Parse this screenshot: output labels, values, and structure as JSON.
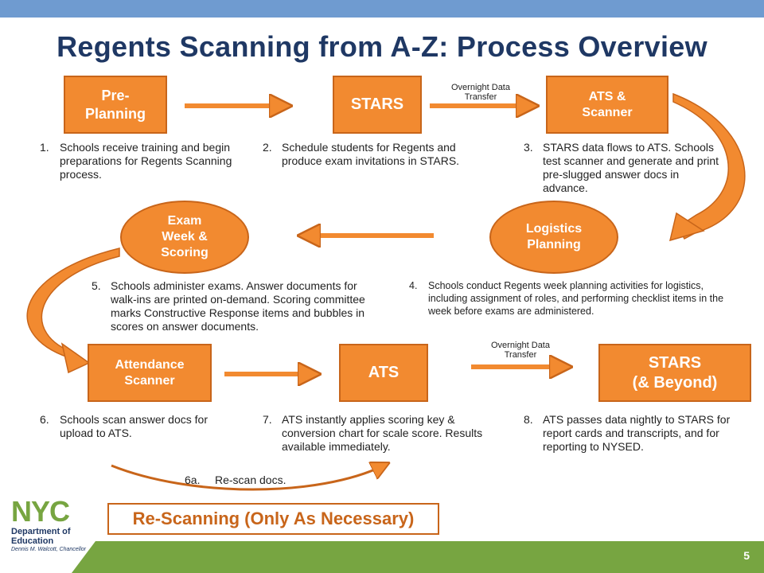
{
  "title": "Regents Scanning from A-Z: Process Overview",
  "nodes": {
    "pre_planning": "Pre-\nPlanning",
    "stars": "STARS",
    "ats_scanner": "ATS &\nScanner",
    "exam_week": "Exam\nWeek &\nScoring",
    "logistics": "Logistics\nPlanning",
    "attendance_scanner": "Attendance\nScanner",
    "ats": "ATS",
    "stars_beyond": "STARS\n(& Beyond)"
  },
  "transfer_labels": {
    "top": "Overnight Data\nTransfer",
    "bottom": "Overnight Data\nTransfer"
  },
  "steps": {
    "s1": {
      "num": "1.",
      "text": "Schools receive training and begin preparations for Regents Scanning process."
    },
    "s2": {
      "num": "2.",
      "text": "Schedule students for Regents and produce exam invitations in STARS."
    },
    "s3": {
      "num": "3.",
      "text": "STARS data flows to ATS. Schools test scanner and generate and print pre-slugged answer docs in advance."
    },
    "s4": {
      "num": "4.",
      "text": "Schools conduct Regents week planning activities for logistics, including assignment of roles, and performing checklist items in the week before exams are administered."
    },
    "s5": {
      "num": "5.",
      "text": "Schools administer exams. Answer documents for walk-ins are printed on-demand. Scoring committee marks Constructive Response items and bubbles in scores on answer documents."
    },
    "s6": {
      "num": "6.",
      "text": "Schools scan answer docs for upload to ATS."
    },
    "s6a": {
      "num": "6a.",
      "text": "Re-scan docs."
    },
    "s7": {
      "num": "7.",
      "text": "ATS instantly applies scoring key & conversion chart for scale score. Results available immediately."
    },
    "s8": {
      "num": "8.",
      "text": "ATS passes data nightly to STARS for report cards and transcripts, and for reporting to NYSED."
    }
  },
  "rescanning": "Re-Scanning (Only As Necessary)",
  "logo": {
    "letters": "NYC",
    "dept": "Department of\nEducation",
    "chancellor": "Dennis M. Walcott, Chancellor"
  },
  "page_number": "5",
  "colors": {
    "orange": "#f28a30",
    "orange_dark": "#c8651a",
    "navy": "#1f3864",
    "blue_bar": "#6f9bd0",
    "green_bar": "#77a541"
  }
}
